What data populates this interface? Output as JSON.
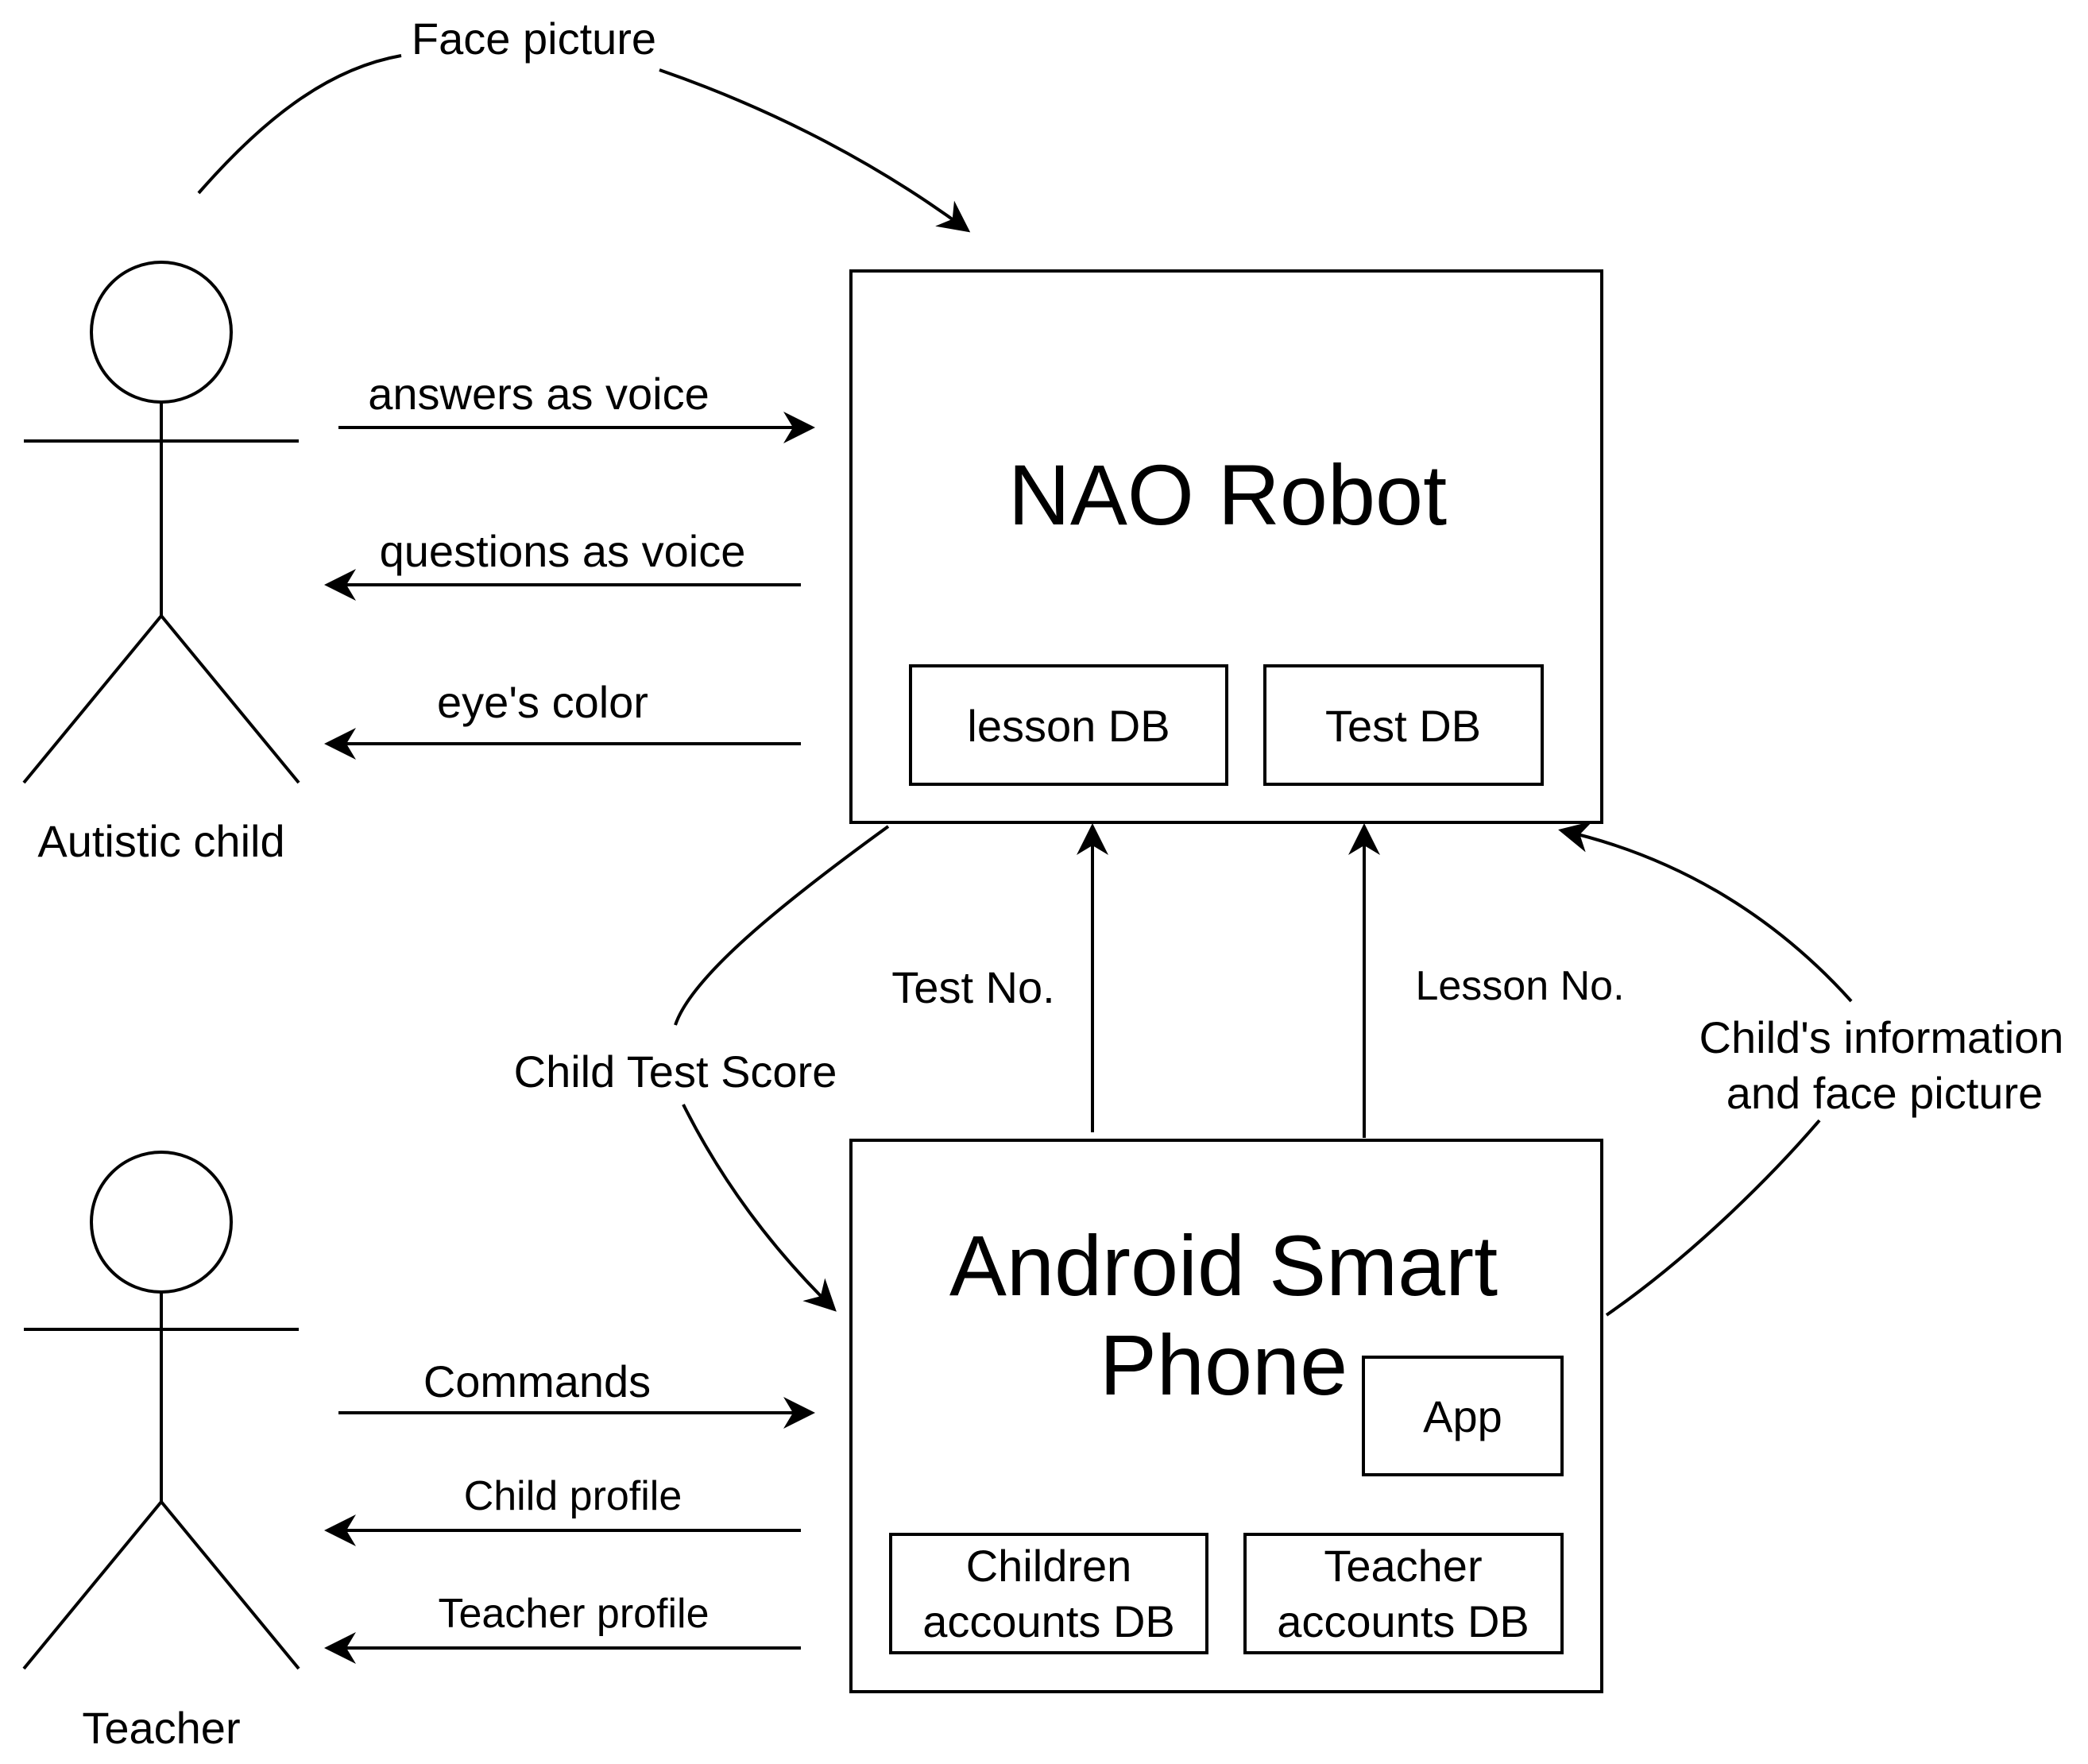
{
  "actors": {
    "child": "Autistic child",
    "teacher": "Teacher"
  },
  "nao": {
    "title": "NAO Robot",
    "lesson_db": "lesson DB",
    "test_db": "Test DB"
  },
  "phone": {
    "title_line1": "Android Smart",
    "title_line2": "Phone",
    "app": "App",
    "children_db_line1": "Children",
    "children_db_line2": "accounts DB",
    "teacher_db_line1": "Teacher",
    "teacher_db_line2": "accounts DB"
  },
  "flows": {
    "face_picture": "Face picture",
    "answers_voice": "answers as voice",
    "questions_voice": "questions as voice",
    "eye_color": "eye's color",
    "child_test_score": "Child Test Score",
    "test_no": "Test No.",
    "lesson_no": "Lesson No.",
    "child_info_line1": "Child's information",
    "child_info_line2": "and face picture",
    "commands": "Commands",
    "child_profile": "Child profile",
    "teacher_profile": "Teacher profile"
  }
}
